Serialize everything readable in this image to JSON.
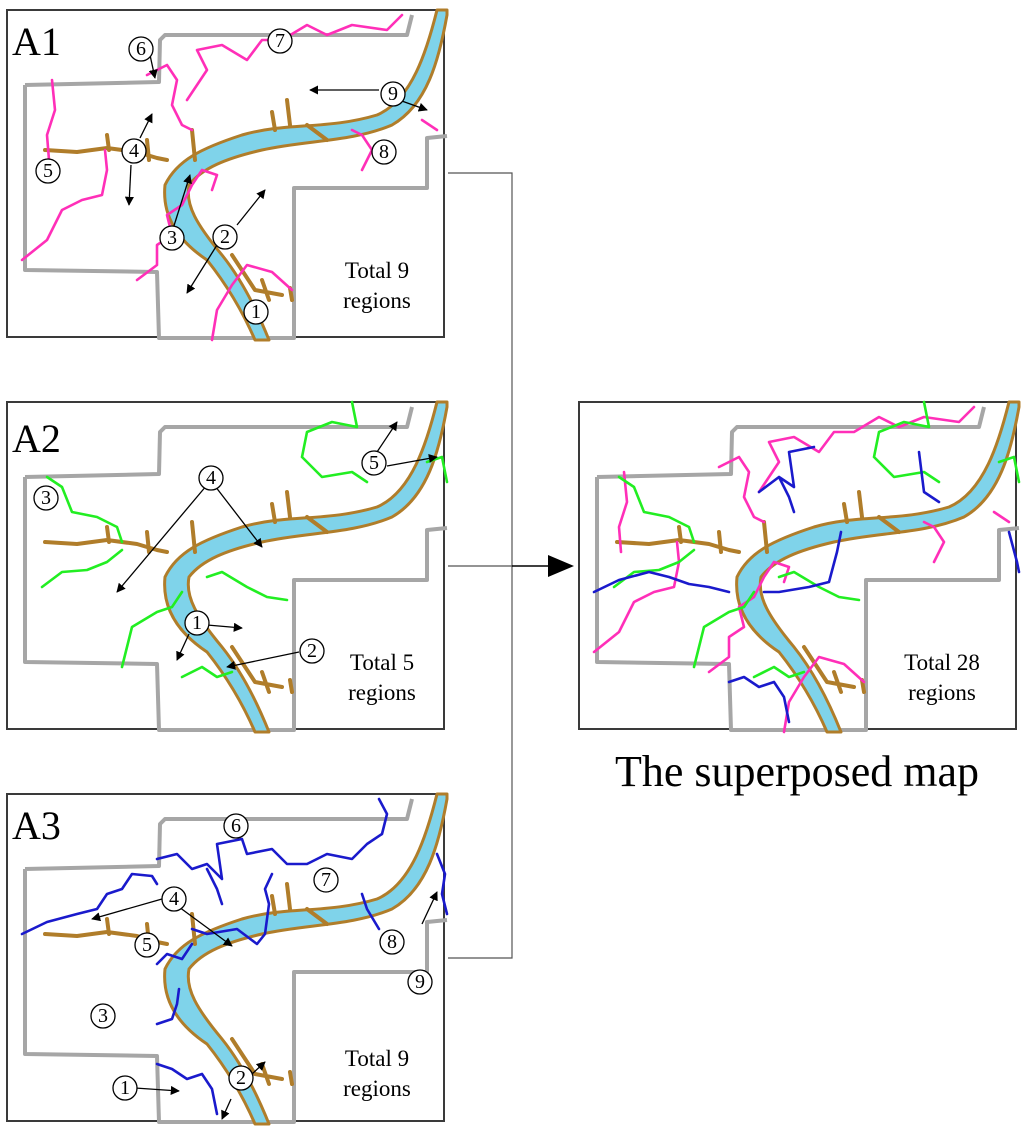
{
  "panels": [
    {
      "id": "A1",
      "label": "A1",
      "color": "#ff2fb8",
      "total_line1": "Total 9",
      "total_line2": "regions",
      "markers": [
        "1",
        "2",
        "3",
        "4",
        "5",
        "6",
        "7",
        "8",
        "9"
      ]
    },
    {
      "id": "A2",
      "label": "A2",
      "color": "#22ee22",
      "total_line1": "Total 5",
      "total_line2": "regions",
      "markers": [
        "1",
        "2",
        "3",
        "4",
        "5"
      ]
    },
    {
      "id": "A3",
      "label": "A3",
      "color": "#1a1acc",
      "total_line1": "Total 9",
      "total_line2": "regions",
      "markers": [
        "1",
        "2",
        "3",
        "4",
        "5",
        "6",
        "7",
        "8",
        "9"
      ]
    }
  ],
  "superposed": {
    "total_line1": "Total 28",
    "total_line2": "regions",
    "caption": "The superposed map"
  },
  "colors": {
    "river_fill": "#7fd3ea",
    "river_edge": "#b07d2a",
    "boundary": "#a6a6a6"
  }
}
